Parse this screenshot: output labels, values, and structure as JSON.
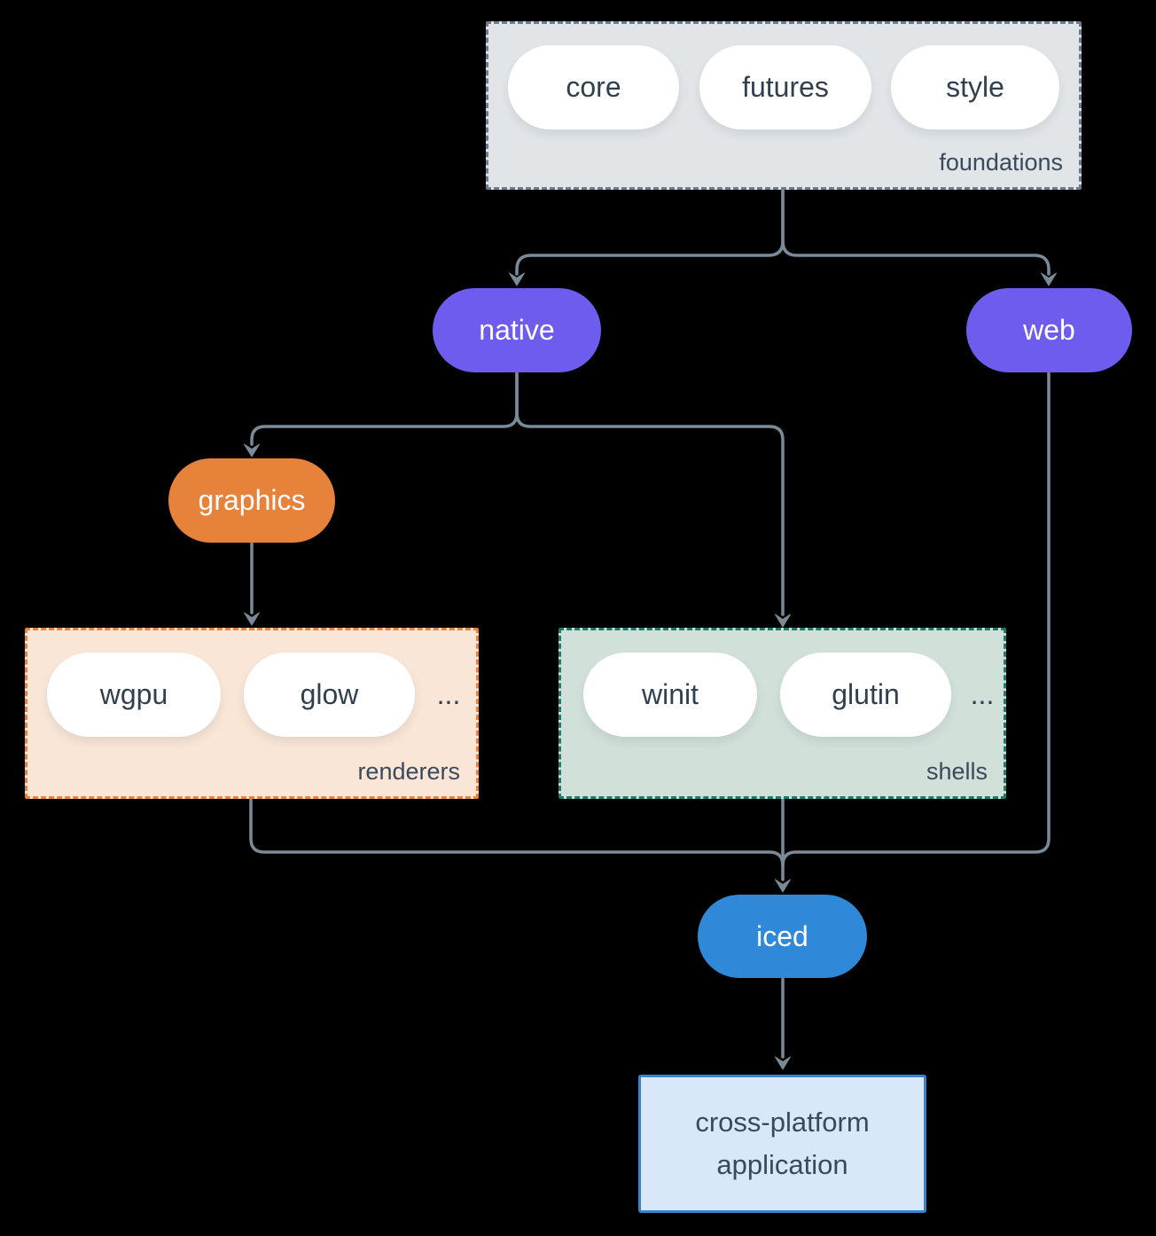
{
  "groups": {
    "foundations": {
      "label": "foundations",
      "pills": [
        "core",
        "futures",
        "style"
      ]
    },
    "renderers": {
      "label": "renderers",
      "pills": [
        "wgpu",
        "glow"
      ],
      "more": "..."
    },
    "shells": {
      "label": "shells",
      "pills": [
        "winit",
        "glutin"
      ],
      "more": "..."
    }
  },
  "nodes": {
    "native": {
      "label": "native"
    },
    "web": {
      "label": "web"
    },
    "graphics": {
      "label": "graphics"
    },
    "iced": {
      "label": "iced"
    },
    "application": {
      "label": "cross-platform application"
    }
  },
  "colors": {
    "background": "#000000",
    "edge": "#7b8a99",
    "purple_node": "#6d5ced",
    "orange_node": "#e6823a",
    "blue_node": "#2f89d8",
    "foundations_fill": "#e1e5e8",
    "foundations_border": "#6b7c8d",
    "renderers_fill": "#f9e6d7",
    "renderers_border": "#e8833c",
    "shells_fill": "#d2e0da",
    "shells_border": "#20796a",
    "application_fill": "#d9e8f8",
    "application_border": "#3d83c9",
    "pill_fill": "#ffffff",
    "dark_text": "#31404f",
    "light_text": "#ffffff"
  }
}
